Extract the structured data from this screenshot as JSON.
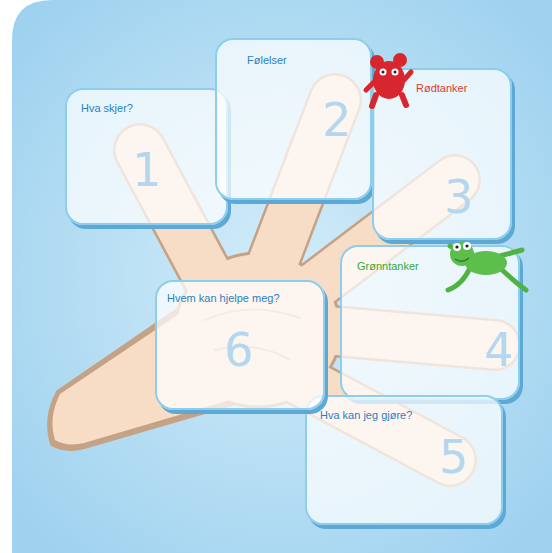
{
  "diagram": {
    "nodes": [
      {
        "text": [
          "Hva skjer?",
          "1"
        ]
      },
      {
        "text": [
          "Følelser",
          "2"
        ]
      },
      {
        "text": [
          "Rødtanker",
          "3"
        ]
      },
      {
        "text": [
          "Grønntanker",
          "4"
        ]
      },
      {
        "text": [
          "Hva kan jeg gjøre?",
          "5"
        ]
      },
      {
        "text": [
          "Hvem kan hjelpe meg?",
          "6"
        ]
      }
    ]
  }
}
